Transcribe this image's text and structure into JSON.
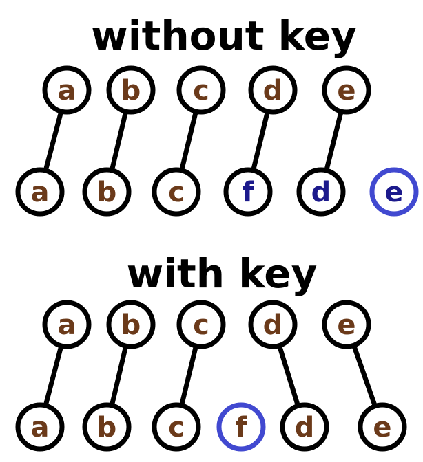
{
  "colors": {
    "stroke": "#000000",
    "label_default": "#6b3a1a",
    "label_changed": "#1c1a8c",
    "new_node_ring": "#4149d0"
  },
  "sections": [
    {
      "title": "without key",
      "top_nodes": [
        {
          "label": "a",
          "color": "#6b3a1a"
        },
        {
          "label": "b",
          "color": "#6b3a1a"
        },
        {
          "label": "c",
          "color": "#6b3a1a"
        },
        {
          "label": "d",
          "color": "#6b3a1a"
        },
        {
          "label": "e",
          "color": "#6b3a1a"
        }
      ],
      "bottom_nodes": [
        {
          "label": "a",
          "color": "#6b3a1a",
          "new": false
        },
        {
          "label": "b",
          "color": "#6b3a1a",
          "new": false
        },
        {
          "label": "c",
          "color": "#6b3a1a",
          "new": false
        },
        {
          "label": "f",
          "color": "#1c1a8c",
          "new": false
        },
        {
          "label": "d",
          "color": "#1c1a8c",
          "new": false
        },
        {
          "label": "e",
          "color": "#1c1a8c",
          "new": true
        }
      ],
      "links": [
        [
          0,
          0
        ],
        [
          1,
          1
        ],
        [
          2,
          2
        ],
        [
          3,
          3
        ],
        [
          4,
          4
        ]
      ]
    },
    {
      "title": "with key",
      "top_nodes": [
        {
          "label": "a",
          "color": "#6b3a1a"
        },
        {
          "label": "b",
          "color": "#6b3a1a"
        },
        {
          "label": "c",
          "color": "#6b3a1a"
        },
        {
          "label": "d",
          "color": "#6b3a1a"
        },
        {
          "label": "e",
          "color": "#6b3a1a"
        }
      ],
      "bottom_nodes": [
        {
          "label": "a",
          "color": "#6b3a1a",
          "new": false
        },
        {
          "label": "b",
          "color": "#6b3a1a",
          "new": false
        },
        {
          "label": "c",
          "color": "#6b3a1a",
          "new": false
        },
        {
          "label": "f",
          "color": "#6b3a1a",
          "new": true
        },
        {
          "label": "d",
          "color": "#6b3a1a",
          "new": false
        },
        {
          "label": "e",
          "color": "#6b3a1a",
          "new": false
        }
      ],
      "links": [
        [
          0,
          0
        ],
        [
          1,
          1
        ],
        [
          2,
          2
        ],
        [
          3,
          4
        ],
        [
          4,
          5
        ]
      ]
    }
  ]
}
